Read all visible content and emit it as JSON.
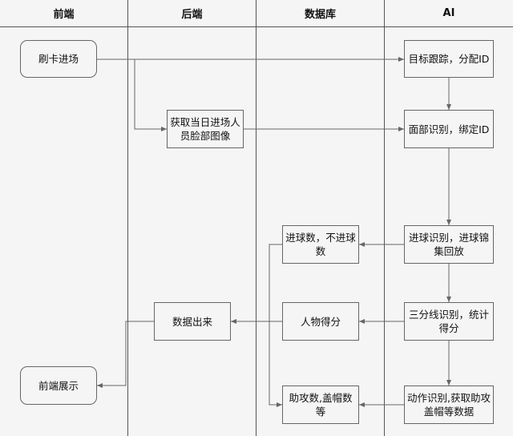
{
  "lanes": [
    "前端",
    "后端",
    "数据库",
    "AI"
  ],
  "nodes": {
    "swipe_card": "刷卡进场",
    "get_faces": "获取当日进场人员脸部图像",
    "track": "目标跟踪，分配ID",
    "face_rec": "面部识别，绑定ID",
    "goal_rec": "进球识别，进球锦集回放",
    "goal_count": "进球数，不进球数",
    "three_pt": "三分线识别，统计得分",
    "player_score": "人物得分",
    "data_out": "数据出来",
    "frontend_show": "前端展示",
    "action_rec": "动作识别,获取助攻盖帽等数据",
    "assists": "助攻数,盖帽数等"
  },
  "colors": {
    "line": "#666666",
    "background": "#f5f5f5"
  }
}
